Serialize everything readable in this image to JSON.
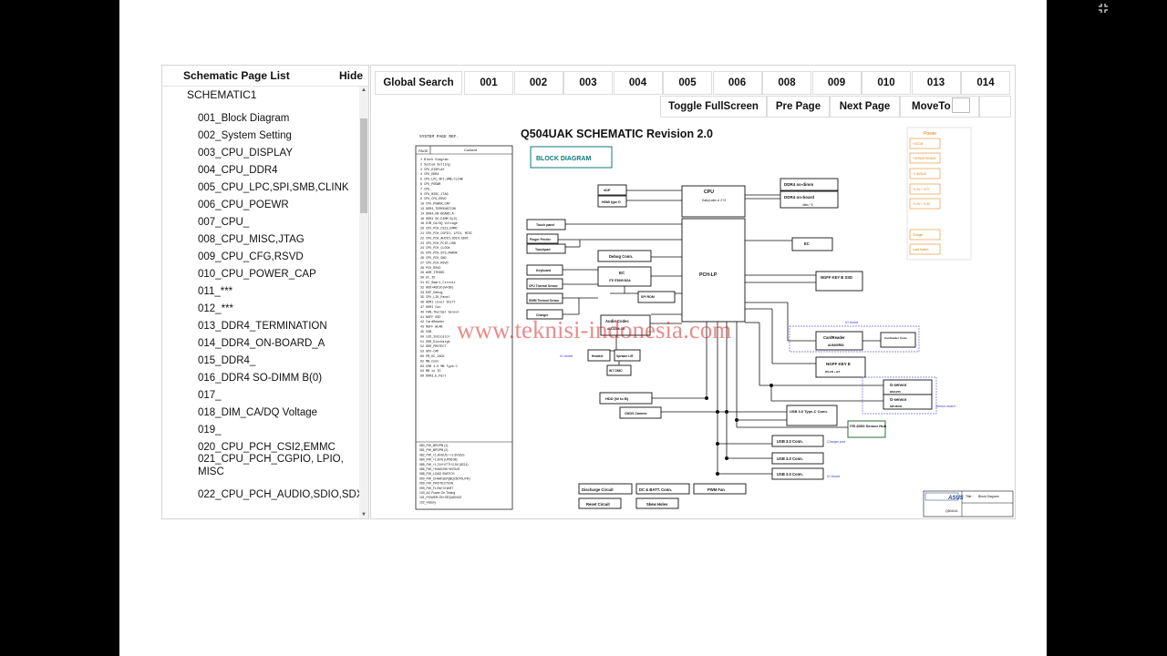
{
  "sidebar": {
    "title": "Schematic Page List",
    "hide_label": "Hide",
    "root": "SCHEMATIC1",
    "items": [
      "001_Block Diagram",
      "002_System Setting",
      "003_CPU_DISPLAY",
      "004_CPU_DDR4",
      "005_CPU_LPC,SPI,SMB,CLINK",
      "006_CPU_POEWR",
      "007_CPU_",
      "008_CPU_MISC,JTAG",
      "009_CPU_CFG,RSVD",
      "010_CPU_POWER_CAP",
      "011_***",
      "012_***",
      "013_DDR4_TERMINATION",
      "014_DDR4_ON-BOARD_A",
      "015_DDR4_",
      "016_DDR4 SO-DIMM B(0)",
      "017_",
      "018_DIM_CA/DQ Voltage",
      "019_",
      "020_CPU_PCH_CSI2,EMMC",
      "021_CPU_PCH_CGPIO, LPIO, MISC",
      "022_CPU_PCH_AUDIO,SDIO,SDXC"
    ]
  },
  "toolbar": {
    "global_search": "Global Search",
    "pages": [
      "001",
      "002",
      "003",
      "004",
      "005",
      "006",
      "008",
      "009",
      "010",
      "013",
      "014"
    ],
    "toggle_fullscreen": "Toggle FullScreen",
    "pre_page": "Pre Page",
    "next_page": "Next Page",
    "move_to": "MoveTo"
  },
  "schematic": {
    "title": "Q504UAK SCHEMATIC Revision 2.0",
    "subtitle": "BLOCK DIAGRAM",
    "page_ref_title": "SYSTEM PAGE REF.",
    "power_title": "Power",
    "blocks": {
      "cpu": "CPU",
      "cpu_sub": "KabyLake-U 2+2",
      "pch": "PCH-LP",
      "ddr4_sodimm": "DDR4 so-dimm",
      "ddr4_onboard": "DDR4 on-board",
      "ddr4_onboard_sub": "4bits * 8",
      "edp": "eDP",
      "hdmi": "HDMI type D",
      "touch_panel": "Touch panel",
      "finger_printer": "Finger Printer",
      "touchpad": "Touchpad",
      "debug_conn": "Debug Conn.",
      "ec_right": "EC",
      "keyboard": "Keyboard",
      "ec": "EC",
      "ec_sub": "ITE IT8995 BGA",
      "cpu_thermal": "CPU Thermal Sensor",
      "dimm_thermal": "DIMM Thermal Sensor",
      "spi_rom": "SPI ROM",
      "charger_block": "Charger",
      "audio_codec": "Audio Codec",
      "audio_sub": "ALC3256-CG",
      "headset": "Headset",
      "speaker": "Speaker L/R",
      "int_dmic": "INT. DMIC",
      "ngff_ssd": "NGFF KEY B SSD",
      "cardreader": "CardReader",
      "cardreader_sub": "AU6465R83",
      "cardreader_conn": "Cardreader Conn.",
      "ngff_wifi": "NGFF KEY E",
      "ngff_wifi_sub": "WLAN + BT",
      "hdd": "HDD (W to B)",
      "cmos_camera": "CMOS Camera",
      "usb_typec": "USB 3.0 Type-C Conn.",
      "gsensor1": "G-sensor",
      "gsensor1_sub": "BMA255",
      "gsensor2": "G-sensor",
      "gsensor2_sub": "MPU6500",
      "sensor_hub": "ITE-8353 Sensor Hub",
      "usb1": "USB 3.0 Conn.",
      "usb2": "USB 3.0 Conn.",
      "usb3": "USB 3.0 Conn.",
      "discharge": "Discharge Circuit",
      "dc_batt": "DC & BATT. Conn.",
      "pwm_fan": "PWM Fan",
      "reset": "Reset Circuit",
      "screw_holes": "Skew Holes"
    },
    "power_items": [
      "+VCCM",
      "+3VSUS/+5VSUS",
      "+1.8VSUS",
      "+1.2V / +VTT",
      "+1.0V / +1.8V",
      "Charger",
      "Load Switch"
    ],
    "page_ref_lines": [
      "1  Block Diagram",
      "2  System Setting",
      "3  CPU_DISPLAY",
      "4  CPU_DDR4",
      "5  CPU_LPC,SPI,SMB,CLINK",
      "6  CPU_POEWR",
      "7  CPU_",
      "8  CPU_MISC,JTAG",
      "9  CPU_CFG,RSVD",
      "10 CPU_POWER_CAP",
      "13 DDR4_TERMINATION",
      "14 DDR4_ON-BOARD_A",
      "16 DDR4 SO-DIMM B(0)",
      "18 DIM_CA/DQ Voltage",
      "20 CPU_PCH_CSI2,EMMC",
      "21 CPU_PCH_CGPIO, LPIO, MISC",
      "22 CPU_PCH_AUDIO,SDIO,SDXC",
      "23 CPU_PCH_PCIE,USB",
      "24 CPU_PCH_CLOCK",
      "25 CPU_PCH_SYS_PWROK",
      "26 CPU_PCH_GND",
      "27 CPU_PCH_RSVD",
      "28 PCH_RSVD",
      "29 ASM_ITE895",
      "30 EC_IO",
      "31 EC_Smart_Circuit",
      "32 HDD+AUDIO(W+SB)",
      "33 EDP_Debug",
      "35 CPU_LID_Panel",
      "36 HDMI Level Shift",
      "37 HDMI Con",
      "40 FAN_Thermal Sensor",
      "41 NGFF SSD",
      "42 CardReader",
      "43 NGFF WLAN",
      "45 USB",
      "50 LED_Indicator",
      "51 DDR_Discharge",
      "52 DDR_PROTECT",
      "53 GPU-CAP",
      "60 PM_DC_JACK",
      "62 MB_Conn",
      "63 USB 3.0 MB Type-C",
      "64 MB to IO",
      "69 DDR3_E_Part"
    ],
    "power_page_lines": [
      "080_PW_BRVPB (1)",
      "081_PW_BRVPB (2)",
      "082_PW_+1.8VSUS / +1.8VSUS",
      "084_PW_+1.8VS (UP8108)",
      "085_PW_+1.2V/+VTT/+2.5V (8211)",
      "086_PW_+5VADSH/+5VSUS",
      "088_PW_LOAD SWITCH",
      "090_PW_CHARGER(BQ25070UYR)",
      "099_PW_PROTECTION",
      "099_PW_FLOW CHART",
      "100_AC Power On Timing",
      "101_POWER-ON SEQUENCE",
      "102_History"
    ],
    "page_ref_header": [
      "PAGE",
      "Content"
    ],
    "io_board": "IO board",
    "sensor_board": "Sensor board",
    "charger_port": "Charger port",
    "watermark": "www.teknisi-indonesia.com",
    "title_block": {
      "title_label": "Title :",
      "title_value": "Block Diagram",
      "model": "Q504UA",
      "brand": "ASUS"
    }
  }
}
